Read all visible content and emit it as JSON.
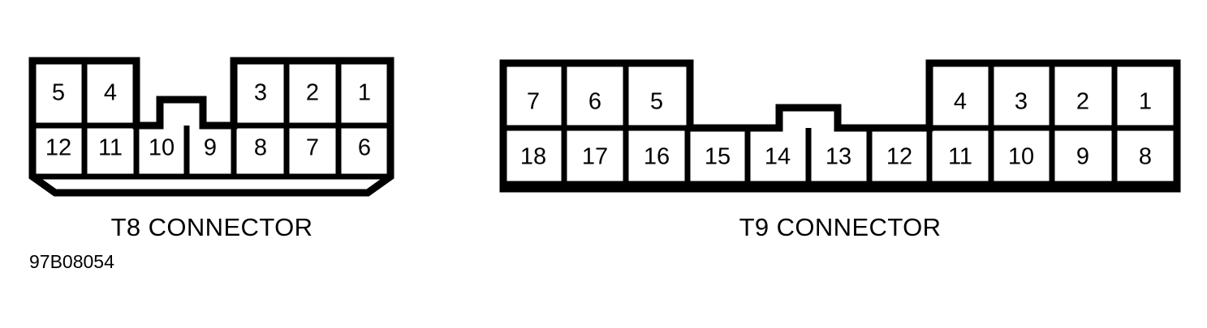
{
  "figure": {
    "code": "97B08054",
    "background_color": "#ffffff",
    "line_color": "#000000"
  },
  "connectors": [
    {
      "id": "t8",
      "caption": "T8 CONNECTOR",
      "pin_count": 12,
      "base_style": "chamfered",
      "has_notch": true,
      "rows": [
        {
          "position": "top",
          "groups": [
            {
              "align": "left",
              "pins": [
                "5",
                "4"
              ]
            },
            {
              "align": "right",
              "pins": [
                "3",
                "2",
                "1"
              ]
            }
          ]
        },
        {
          "position": "bottom",
          "groups": [
            {
              "align": "full",
              "pins": [
                "12",
                "11",
                "10",
                "9",
                "8",
                "7",
                "6"
              ]
            }
          ]
        }
      ]
    },
    {
      "id": "t9",
      "caption": "T9 CONNECTOR",
      "pin_count": 18,
      "base_style": "flat",
      "has_notch": true,
      "rows": [
        {
          "position": "top",
          "groups": [
            {
              "align": "left",
              "pins": [
                "7",
                "6",
                "5"
              ]
            },
            {
              "align": "right",
              "pins": [
                "4",
                "3",
                "2",
                "1"
              ]
            }
          ]
        },
        {
          "position": "bottom",
          "groups": [
            {
              "align": "full",
              "pins": [
                "18",
                "17",
                "16",
                "15",
                "14",
                "13",
                "12",
                "11",
                "10",
                "9",
                "8"
              ]
            }
          ]
        }
      ]
    }
  ]
}
